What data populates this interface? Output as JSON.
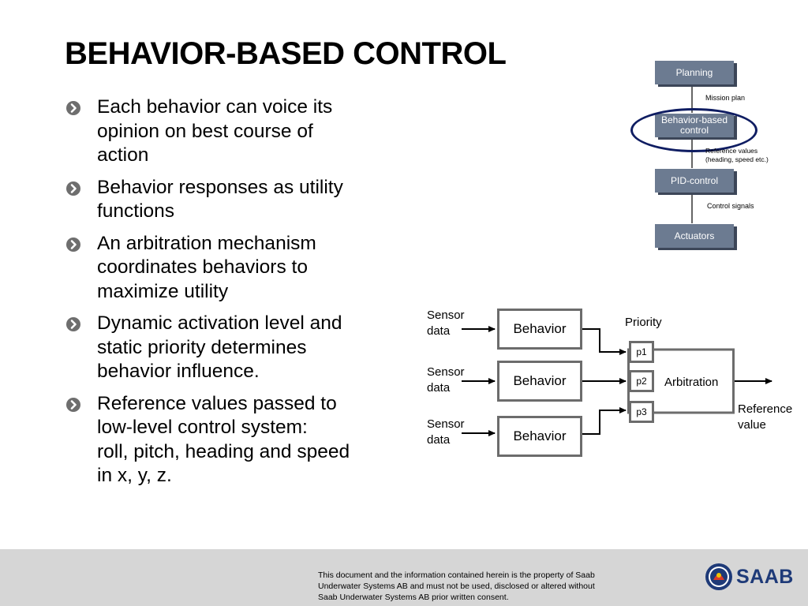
{
  "slide": {
    "title": "BEHAVIOR-BASED CONTROL",
    "bullets": [
      {
        "text": "Each behavior can voice its\nopinion on best course of\naction"
      },
      {
        "text": "Behavior responses as utility\nfunctions"
      },
      {
        "text": "An arbitration mechanism\ncoordinates behaviors to\nmaximize utility"
      },
      {
        "text": "Dynamic activation level and\nstatic priority determines\nbehavior influence."
      },
      {
        "text": "Reference values passed to\nlow-level control system:\nroll, pitch, heading and speed\nin x, y, z."
      }
    ]
  },
  "hierarchy_diagram": {
    "boxes": {
      "planning": "Planning",
      "behavior_based": "Behavior-based\ncontrol",
      "pid": "PID-control",
      "actuators": "Actuators"
    },
    "labels": {
      "mission_plan": "Mission plan",
      "reference_values": "Reference values\n(heading, speed etc.)",
      "control_signals": "Control signals"
    },
    "colors": {
      "box": "#6c7b91",
      "box_shadow": "#3c4658",
      "highlight": "#0f1d62"
    }
  },
  "arbitration_diagram": {
    "sensor_label": "Sensor\ndata",
    "behavior_label": "Behavior",
    "priority_label": "Priority",
    "priorities": [
      "p1",
      "p2",
      "p3"
    ],
    "arbitration_label": "Arbitration",
    "output_label": "Reference\nvalue"
  },
  "footer": {
    "disclaimer": "This document and the information contained herein is the property of Saab\nUnderwater Systems AB and must not be used, disclosed or altered without\nSaab Underwater Systems AB prior written consent.",
    "logo_text": "SAAB",
    "colors": {
      "background": "#d6d6d6",
      "logo": "#1e3a78"
    }
  }
}
